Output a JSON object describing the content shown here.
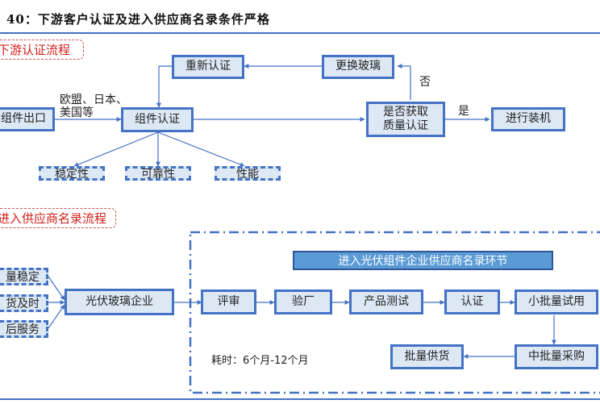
{
  "title": "40：下游客户认证及进入供应商名录条件严格",
  "section1": {
    "label": "下游认证流程",
    "export_box": "组件出口",
    "export_markets": [
      "欧盟、日本、",
      "美国等"
    ],
    "module_cert": "组件认证",
    "recert": "重新认证",
    "replace_glass": "更换玻璃",
    "decision": [
      "是否获取",
      "质量认证"
    ],
    "no_label": "否",
    "yes_label": "是",
    "assemble": "进行装机",
    "criteria": [
      "稳定性",
      "可靠性",
      "性能"
    ]
  },
  "section2": {
    "label": "进入供应商名录流程",
    "requirements": [
      "量稳定",
      "货及时",
      "后服务"
    ],
    "glass_company": "光伏玻璃企业",
    "banner": "进入光伏组件企业供应商名录环节",
    "steps": [
      "评审",
      "验厂",
      "产品测试",
      "认证",
      "小批量试用"
    ],
    "mid_batch": "中批量采购",
    "bulk_supply": "批量供货",
    "duration": "耗时：6个月-12个月"
  },
  "colors": {
    "accent": "#4472c4",
    "box_fill": "#dde8f5",
    "banner_fill": "#5b9bd5",
    "label_red": "#d0201b"
  }
}
